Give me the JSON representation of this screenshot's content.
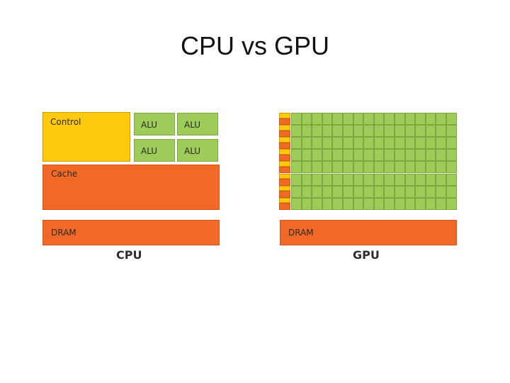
{
  "title": "CPU vs GPU",
  "cpu": {
    "control_label": "Control",
    "alu_labels": [
      "ALU",
      "ALU",
      "ALU",
      "ALU"
    ],
    "cache_label": "Cache",
    "dram_label": "DRAM",
    "caption": "CPU"
  },
  "gpu": {
    "core_rows": 8,
    "core_cols": 16,
    "dram_label": "DRAM",
    "caption": "GPU"
  },
  "colors": {
    "control": "#fdc90d",
    "alu": "#9dcc58",
    "cache": "#f26925",
    "dram": "#f26925"
  }
}
